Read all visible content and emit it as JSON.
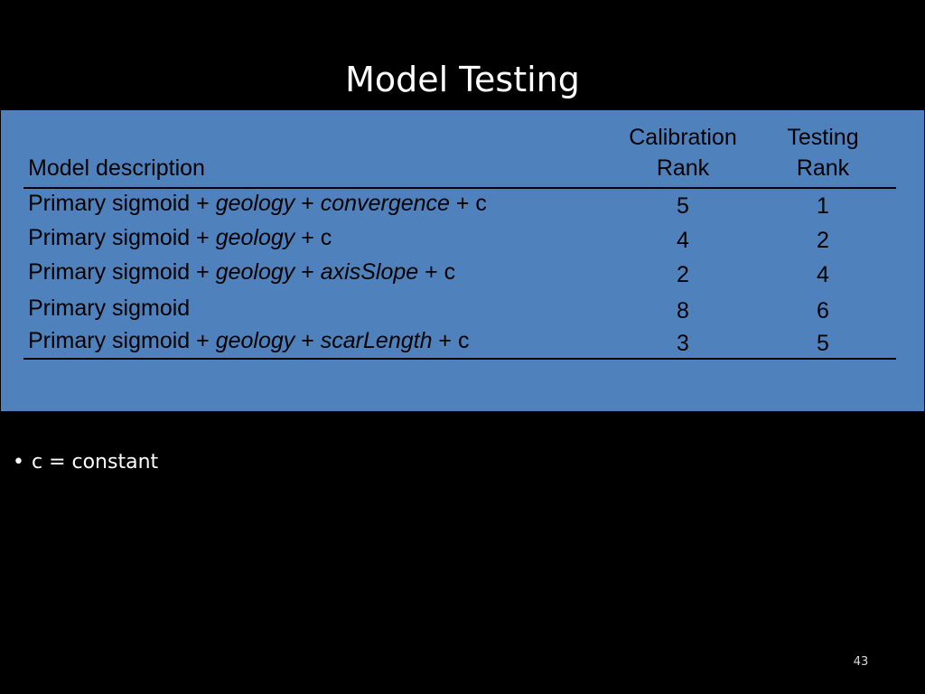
{
  "slide": {
    "title": "Model Testing",
    "page_number": "43",
    "panel_color": "#4f81bd"
  },
  "table": {
    "headers": {
      "description": "Model description",
      "calibration_line1": "Calibration",
      "calibration_line2": "Rank",
      "testing_line1": "Testing",
      "testing_line2": "Rank"
    },
    "rows": [
      {
        "parts": [
          {
            "text": "Primary sigmoid + ",
            "italic": false
          },
          {
            "text": "geology",
            "italic": true
          },
          {
            "text": " + ",
            "italic": false
          },
          {
            "text": "convergence",
            "italic": true
          },
          {
            "text": " + c",
            "italic": false
          }
        ],
        "calibration_rank": "5",
        "testing_rank": "1"
      },
      {
        "parts": [
          {
            "text": "Primary sigmoid + ",
            "italic": false
          },
          {
            "text": "geology",
            "italic": true
          },
          {
            "text": " + c",
            "italic": false
          }
        ],
        "calibration_rank": "4",
        "testing_rank": "2"
      },
      {
        "parts": [
          {
            "text": "Primary sigmoid + ",
            "italic": false
          },
          {
            "text": "geology",
            "italic": true
          },
          {
            "text": "  + ",
            "italic": false
          },
          {
            "text": "axisSlope",
            "italic": true
          },
          {
            "text": " + c",
            "italic": false
          }
        ],
        "calibration_rank": "2",
        "testing_rank": "4"
      },
      {
        "parts": [
          {
            "text": "Primary sigmoid",
            "italic": false
          }
        ],
        "calibration_rank": "8",
        "testing_rank": "6"
      },
      {
        "parts": [
          {
            "text": "Primary sigmoid + ",
            "italic": false
          },
          {
            "text": "geology",
            "italic": true
          },
          {
            "text": " + ",
            "italic": false
          },
          {
            "text": "scarLength",
            "italic": true
          },
          {
            "text": " + c",
            "italic": false
          }
        ],
        "calibration_rank": "3",
        "testing_rank": "5"
      }
    ]
  },
  "notes": {
    "bullet_symbol": "•",
    "bullet_text": "c = constant"
  }
}
